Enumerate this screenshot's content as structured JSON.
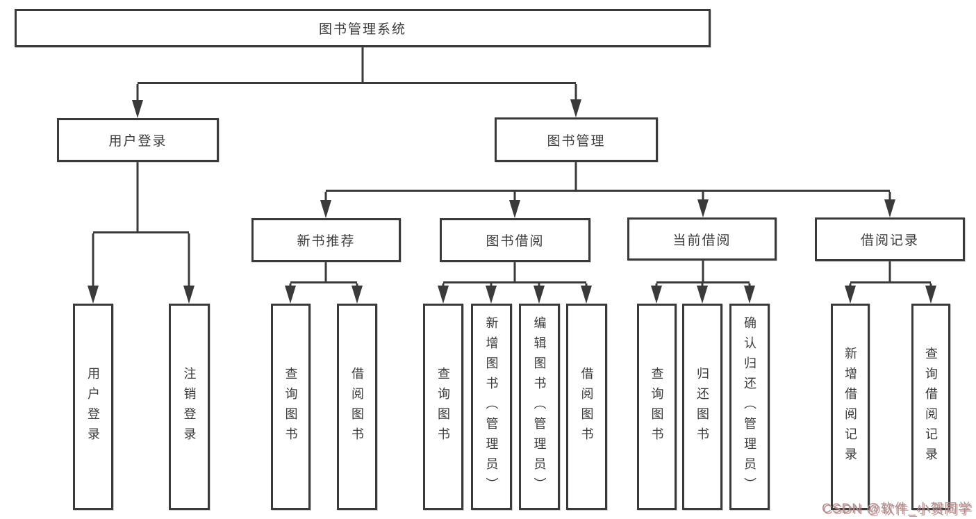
{
  "diagram": {
    "type": "hierarchy-tree",
    "orientation": "top-down",
    "colors": {
      "line": "#3a3a3a",
      "box_border": "#3a3a3a",
      "box_fill": "#ffffff",
      "text": "#3b3b3b",
      "background": "#ffffff",
      "watermark_gray": "#9a9a9a",
      "watermark_red": "#d66a6a"
    }
  },
  "tree": {
    "label": "图书管理系统",
    "children": [
      {
        "label": "用户登录",
        "children": [
          {
            "label": "用户登录"
          },
          {
            "label": "注销登录"
          }
        ]
      },
      {
        "label": "图书管理",
        "children": [
          {
            "label": "新书推荐",
            "children": [
              {
                "label": "查询图书"
              },
              {
                "label": "借阅图书"
              }
            ]
          },
          {
            "label": "图书借阅",
            "children": [
              {
                "label": "查询图书"
              },
              {
                "label": "新增图书（管理员）"
              },
              {
                "label": "编辑图书（管理员）"
              },
              {
                "label": "借阅图书"
              }
            ]
          },
          {
            "label": "当前借阅",
            "children": [
              {
                "label": "查询图书"
              },
              {
                "label": "归还图书"
              },
              {
                "label": "确认归还（管理员）"
              }
            ]
          },
          {
            "label": "借阅记录",
            "children": [
              {
                "label": "新增借阅记录"
              },
              {
                "label": "查询借阅记录"
              }
            ]
          }
        ]
      }
    ]
  },
  "watermark": {
    "text": "CSDN @软件_小贺同学"
  }
}
